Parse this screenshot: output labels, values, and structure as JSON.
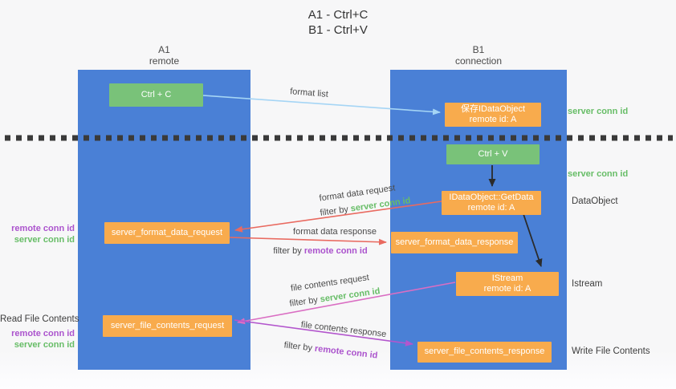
{
  "palette": {
    "lane_blue": "#4a80d6",
    "box_green": "#79c279",
    "box_orange": "#f8ab4d",
    "text_green": "#67bd67",
    "text_purple": "#ab53cd",
    "arrow_light_blue": "#a5d5f5",
    "arrow_red": "#e96a60",
    "arrow_pink": "#da6ec3",
    "arrow_purple": "#b356cd",
    "arrow_black": "#2b2b2b",
    "divider_black": "#3a3a3a"
  },
  "title": {
    "line1": "A1 - Ctrl+C",
    "line2": "B1 - Ctrl+V"
  },
  "columns": {
    "left": {
      "id": "A1",
      "subtitle": "remote"
    },
    "right": {
      "id": "B1",
      "subtitle": "connection"
    }
  },
  "nodes": {
    "ctrl_c": "Ctrl + C",
    "ctrl_v": "Ctrl + V",
    "save_idataobject": {
      "line1": "保存IDataObject",
      "line2": "remote id: A"
    },
    "getdata": {
      "line1": "IDataObject::GetData",
      "line2": "remote id: A"
    },
    "istream": {
      "line1": "IStream",
      "line2": "remote id: A"
    },
    "format_request": "server_format_data_request",
    "format_response": "server_format_data_response",
    "file_request": "server_file_contents_request",
    "file_response": "server_file_contents_response"
  },
  "edge_labels": {
    "format_list": "format list",
    "format_data_request": "format data request",
    "format_data_response": "format data response",
    "file_contents_request": "file contents request",
    "file_contents_response": "file contents response",
    "filter_by": "filter by",
    "server_conn_id": "server conn id",
    "remote_conn_id": "remote conn id"
  },
  "side_labels": {
    "server_conn_id": "server conn id",
    "remote_conn_id": "remote conn id",
    "dataobject": "DataObject",
    "istream": "Istream",
    "read_file_contents": "Read File Contents",
    "write_file_contents": "Write File Contents"
  }
}
